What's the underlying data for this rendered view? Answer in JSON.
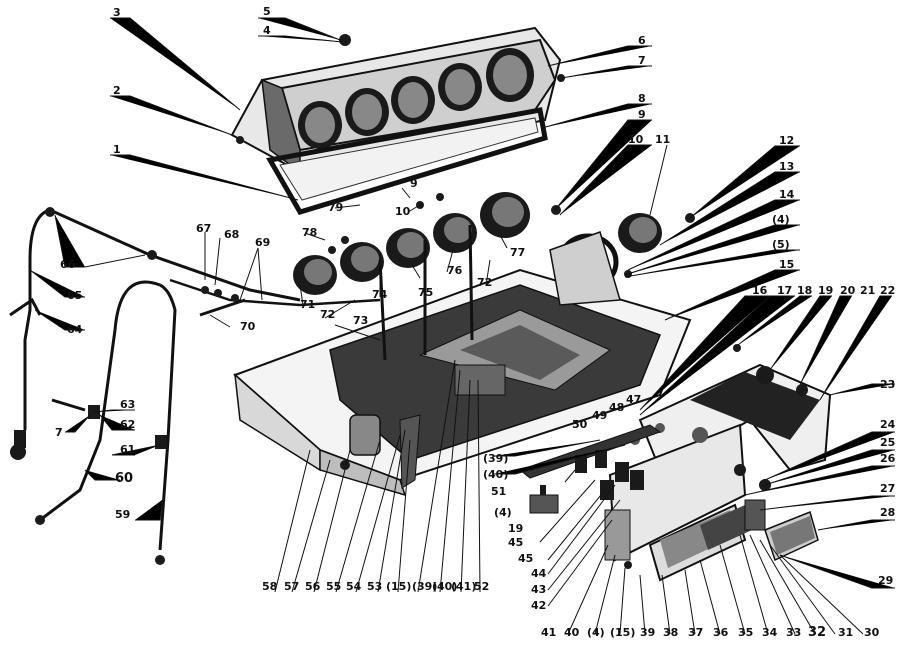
{
  "callouts": {
    "c1": "1",
    "c2": "2",
    "c3": "3",
    "c4": "4",
    "c5": "5",
    "c6": "6",
    "c7": "7",
    "c8": "8",
    "c9": "9",
    "c10": "10",
    "c11": "11",
    "c12": "12",
    "c13": "13",
    "c14": "14",
    "c4p": "(4)",
    "c5p": "(5)",
    "c15": "15",
    "c16": "16",
    "c17": "17",
    "c18": "18",
    "c19": "19",
    "c20": "20",
    "c21": "21",
    "c22": "22",
    "c23": "23",
    "c24": "24",
    "c25": "25",
    "c26": "26",
    "c27": "27",
    "c28": "28",
    "c29": "29",
    "c30": "30",
    "c31": "31",
    "c32": "32",
    "c33": "33",
    "c34": "34",
    "c35": "35",
    "c36": "36",
    "c37": "37",
    "c38": "38",
    "c39": "39",
    "c4b": "(4)",
    "c15b": "(15)",
    "c40": "40",
    "c41": "41",
    "c42": "42",
    "c43": "43",
    "c44": "44",
    "c45": "45",
    "c45b": "45",
    "c19b": "19",
    "c4c": "(4)",
    "c51": "51",
    "c39p": "(39)",
    "c40p": "(40)",
    "c47": "47",
    "c48": "48",
    "c49": "49",
    "c50": "50",
    "c52": "52",
    "c41p": "(41)",
    "c40p2": "(40)",
    "c39p2": "(39)",
    "c15p": "(15)",
    "c53": "53",
    "c54": "54",
    "c55": "55",
    "c56": "56",
    "c57": "57",
    "c58": "58",
    "c59": "59",
    "c60": "60",
    "c61": "61",
    "c62": "62",
    "c63": "63",
    "c7b": "7",
    "c64": "64",
    "c65": "65",
    "c66": "66",
    "c67": "67",
    "c68": "68",
    "c69": "69",
    "c70": "70",
    "c71": "71",
    "c72": "72",
    "c73": "73",
    "c74": "74",
    "c75": "75",
    "c76": "76",
    "c72b": "72",
    "c77": "77",
    "c78": "78",
    "c79": "79",
    "c10b": "10",
    "c9b": "9"
  }
}
